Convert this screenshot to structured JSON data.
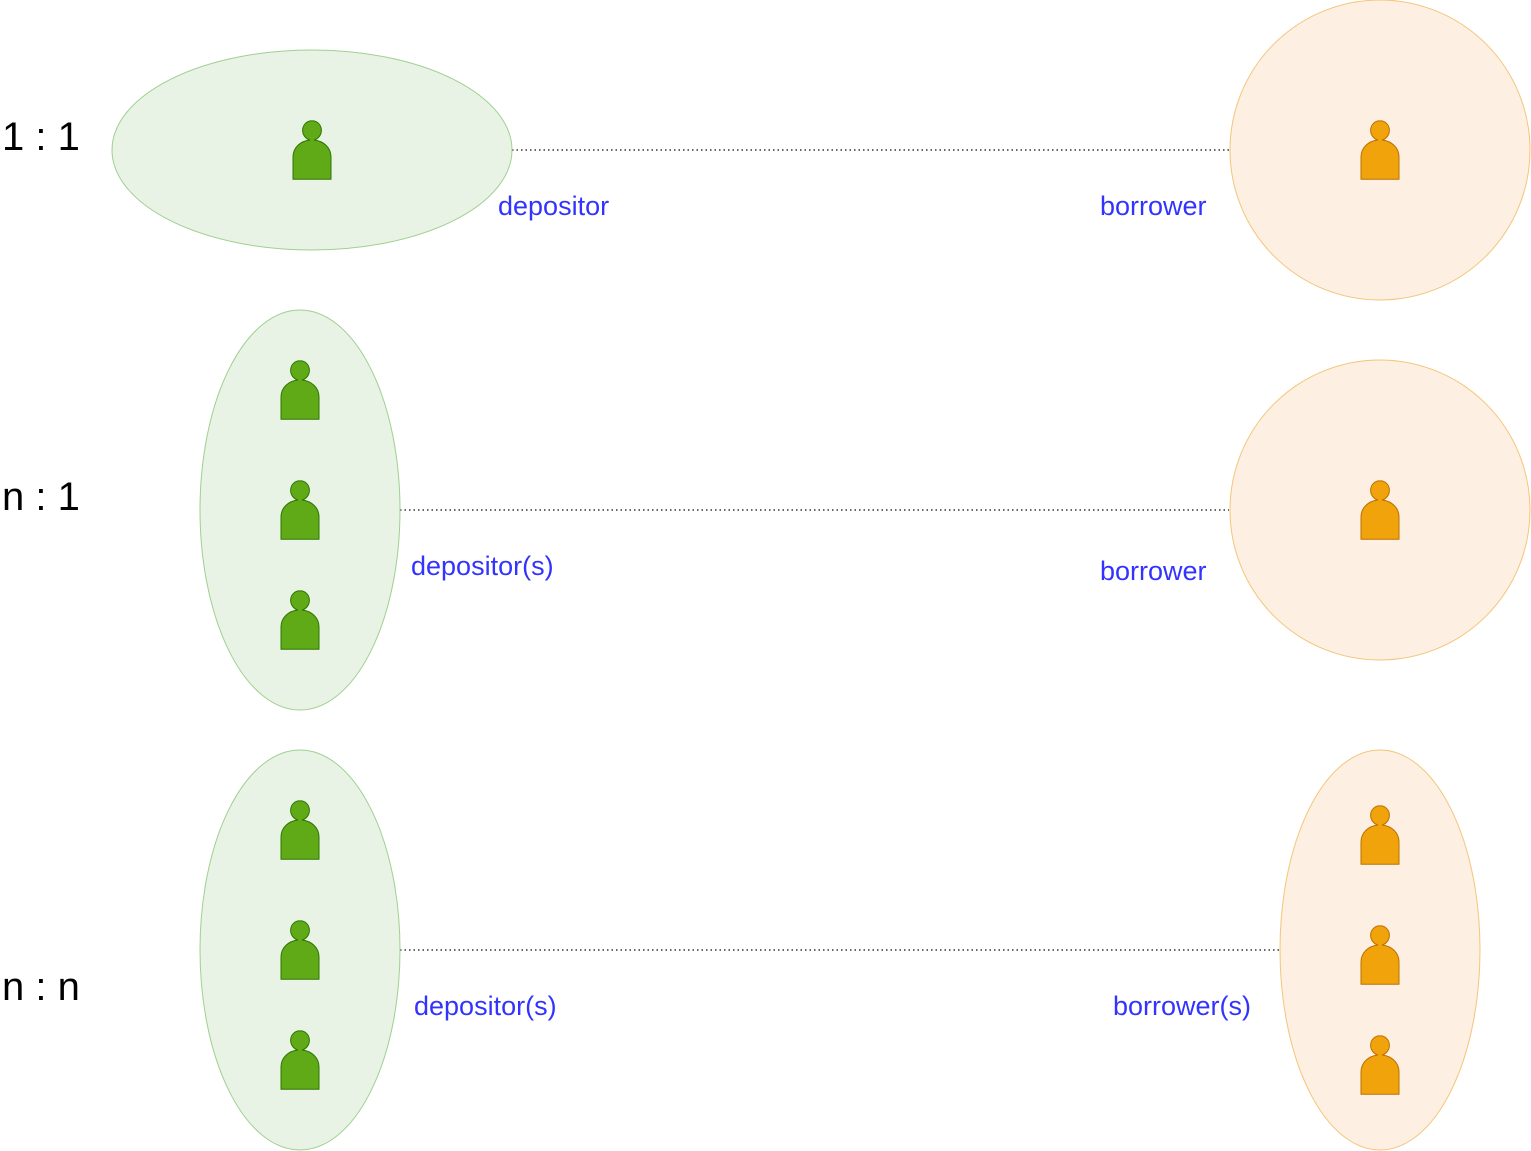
{
  "colors": {
    "depositor_fill": "#e8f3e6",
    "depositor_stroke": "#9fd08f",
    "depositor_person": "#60a917",
    "depositor_person_stroke": "#2d7600",
    "borrower_fill": "#fdf0e2",
    "borrower_stroke": "#f3c57a",
    "borrower_person": "#f0a30a",
    "borrower_person_stroke": "#bd7000",
    "role_label": "#3333ff",
    "connector": "#333333"
  },
  "icons": {
    "depositor": "person-icon",
    "borrower": "person-icon"
  },
  "rows": [
    {
      "ratio": "1 : 1",
      "depositor_label": "depositor",
      "borrower_label": "borrower",
      "depositor_count": 1,
      "borrower_count": 1
    },
    {
      "ratio": "n : 1",
      "depositor_label": "depositor(s)",
      "borrower_label": "borrower",
      "depositor_count": 3,
      "borrower_count": 1
    },
    {
      "ratio": "n : n",
      "depositor_label": "depositor(s)",
      "borrower_label": "borrower(s)",
      "depositor_count": 3,
      "borrower_count": 3
    }
  ]
}
